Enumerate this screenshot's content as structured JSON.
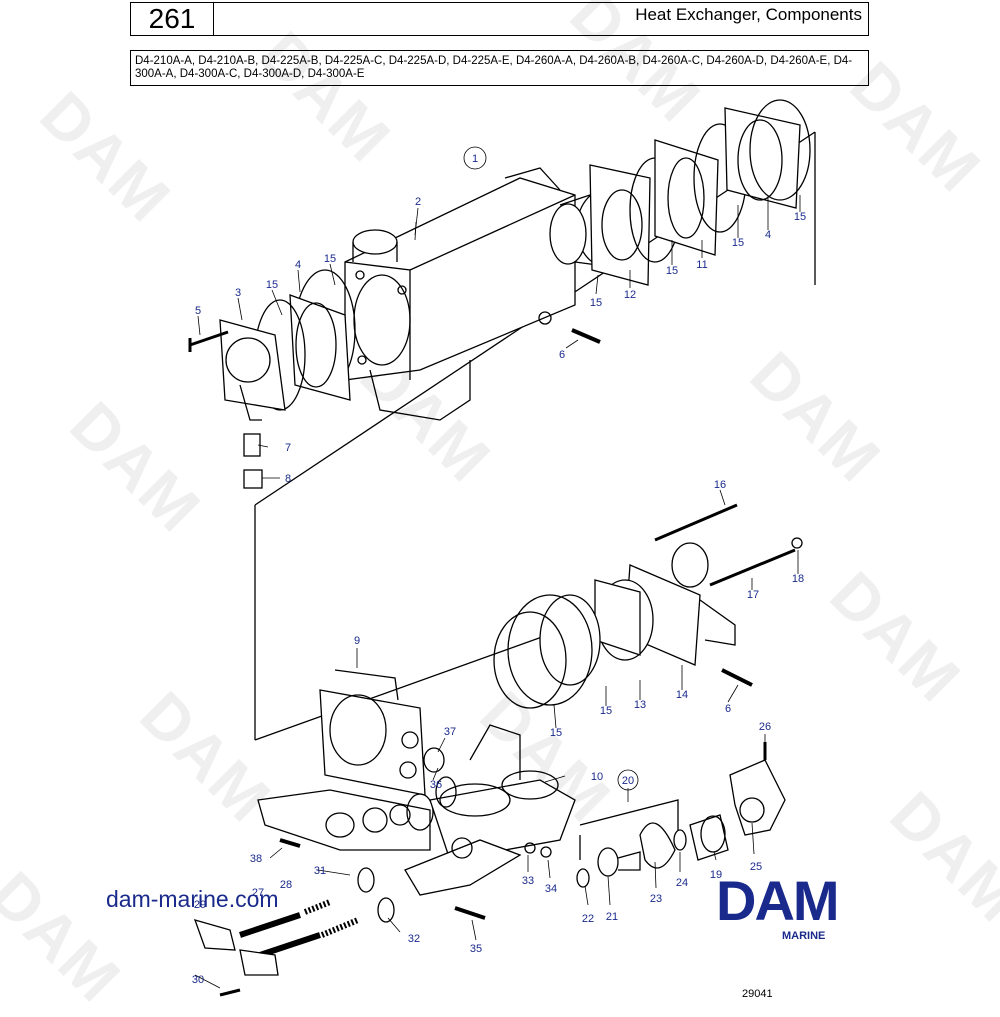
{
  "header": {
    "page_number": "261",
    "title": "Heat Exchanger, Components",
    "models": "D4-210A-A, D4-210A-B, D4-225A-B, D4-225A-C, D4-225A-D, D4-225A-E, D4-260A-A, D4-260A-B, D4-260A-C, D4-260A-D, D4-260A-E, D4-300A-A, D4-300A-C, D4-300A-D, D4-300A-E"
  },
  "watermark": "DAM",
  "callouts": {
    "c1": "1",
    "c2": "2",
    "c3": "3",
    "c4a": "4",
    "c4b": "4",
    "c5": "5",
    "c6a": "6",
    "c6b": "6",
    "c7": "7",
    "c8": "8",
    "c9": "9",
    "c10": "10",
    "c11": "11",
    "c12": "12",
    "c13": "13",
    "c14": "14",
    "c15a": "15",
    "c15b": "15",
    "c15c": "15",
    "c15d": "15",
    "c15e": "15",
    "c15f": "15",
    "c15g": "15",
    "c15h": "15",
    "c16": "16",
    "c17": "17",
    "c18": "18",
    "c19": "19",
    "c20": "20",
    "c21": "21",
    "c22": "22",
    "c23": "23",
    "c24": "24",
    "c25": "25",
    "c26": "26",
    "c27": "27",
    "c28": "28",
    "c29": "29",
    "c30": "30",
    "c31": "31",
    "c32": "32",
    "c33": "33",
    "c34": "34",
    "c35": "35",
    "c36": "36",
    "c37": "37",
    "c38": "38"
  },
  "footer": {
    "site": "dam-marine.com",
    "logo_text": "DAM",
    "logo_sub": "MARINE",
    "drawing_number": "29041"
  },
  "colors": {
    "callout": "#1a2a8c",
    "logo": "#1a2a8c",
    "watermark": "#efefef"
  }
}
